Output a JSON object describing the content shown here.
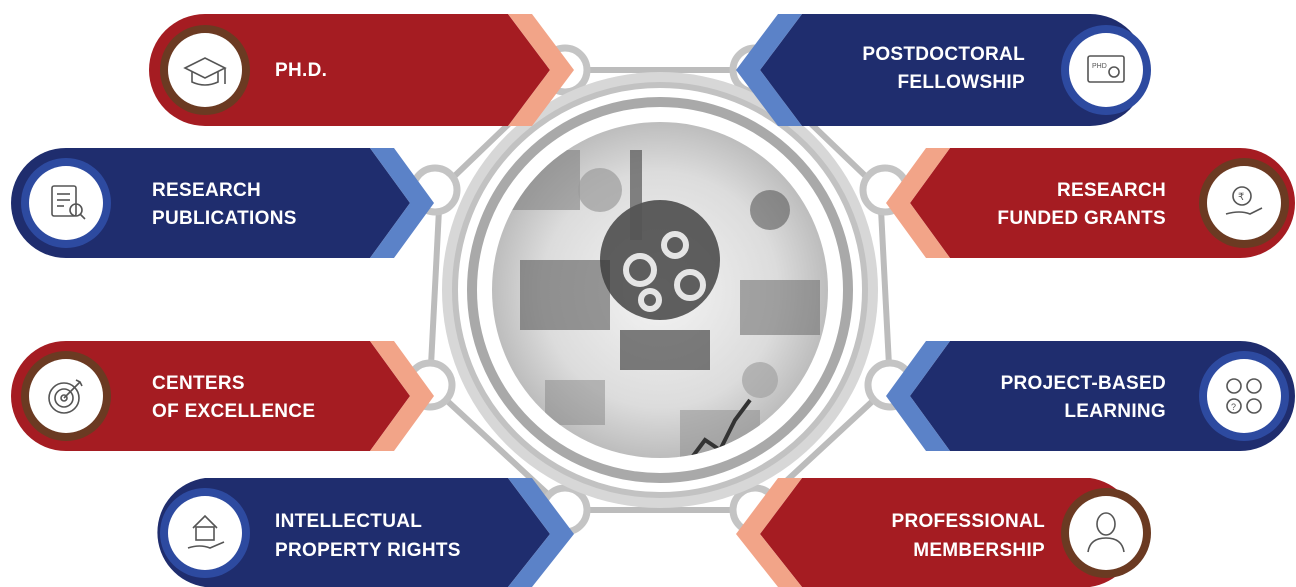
{
  "colors": {
    "red": "#a51c22",
    "red_accent": "#f2a488",
    "navy": "#1f2d6e",
    "navy_accent": "#5b82c8",
    "connector_grey": "#b9b9b9",
    "ring_grey": "#c9c9c9"
  },
  "center": {
    "image_name": "research-illustration",
    "image_description_icon": "collage-icon"
  },
  "items": [
    {
      "id": "phd",
      "lines": [
        "PH.D."
      ],
      "icon": "graduation-cap-icon",
      "theme": "red"
    },
    {
      "id": "postdoc",
      "lines": [
        "POSTDOCTORAL",
        "FELLOWSHIP"
      ],
      "icon": "phd-certificate-icon",
      "theme": "navy"
    },
    {
      "id": "publications",
      "lines": [
        "RESEARCH",
        "PUBLICATIONS"
      ],
      "icon": "document-search-icon",
      "theme": "navy"
    },
    {
      "id": "grants",
      "lines": [
        "RESEARCH",
        "FUNDED GRANTS"
      ],
      "icon": "rupee-hand-icon",
      "theme": "red"
    },
    {
      "id": "coe",
      "lines": [
        "CENTERS",
        "OF EXCELLENCE"
      ],
      "icon": "target-icon",
      "theme": "red"
    },
    {
      "id": "pbl",
      "lines": [
        "PROJECT-BASED",
        "LEARNING"
      ],
      "icon": "idea-gears-icon",
      "theme": "navy"
    },
    {
      "id": "ipr",
      "lines": [
        "INTELLECTUAL",
        "PROPERTY RIGHTS"
      ],
      "icon": "house-hand-icon",
      "theme": "navy"
    },
    {
      "id": "membership",
      "lines": [
        "PROFESSIONAL",
        "MEMBERSHIP"
      ],
      "icon": "person-icon",
      "theme": "red"
    }
  ]
}
